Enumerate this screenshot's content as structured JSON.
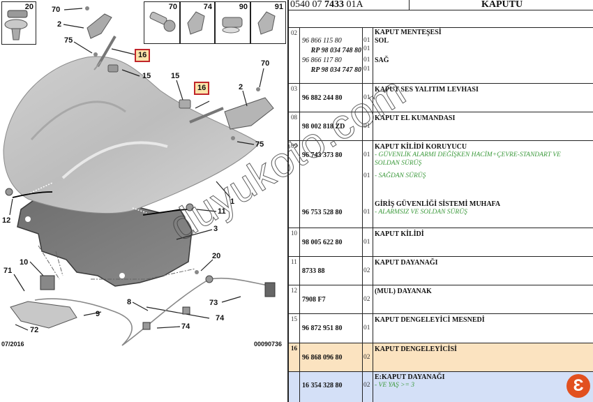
{
  "diagram": {
    "thumbnails": [
      {
        "num": "20"
      },
      {
        "num": "70"
      },
      {
        "num": "74"
      },
      {
        "num": "90"
      },
      {
        "num": "91"
      }
    ],
    "callouts": {
      "c70a": "70",
      "c2a": "2",
      "c75a": "75",
      "c16a": "16",
      "c15a": "15",
      "c15b": "15",
      "c16b": "16",
      "c2b": "2",
      "c70b": "70",
      "c75b": "75",
      "c1": "1",
      "c12": "12",
      "c11": "11",
      "c3": "3",
      "c20": "20",
      "c71": "71",
      "c10": "10",
      "c8": "8",
      "c73": "73",
      "c9": "9",
      "c74a": "74",
      "c74b": "74",
      "c72": "72"
    },
    "date_stamp": "07/2016",
    "diagram_id": "00090736",
    "watermark": "duyukoto.com"
  },
  "catalog": {
    "header": {
      "ref_prefix": "0540 07 ",
      "ref_bold": "7433",
      "ref_suffix": " 01A",
      "title": "KAPUTU"
    },
    "rows": [
      {
        "ref": "02",
        "desc": "KAPUT MENTEŞESİ",
        "lines": [
          {
            "part": "96 866 115 80",
            "style": "italic",
            "qty": "01",
            "desc": "SOL"
          },
          {
            "part": "RP 98 034 748 80",
            "style": "rp",
            "qty": "01",
            "desc": ""
          },
          {
            "part": "96 866 117 80",
            "style": "italic",
            "qty": "01",
            "desc": "SAĞ"
          },
          {
            "part": "RP 98 034 747 80",
            "style": "rp",
            "qty": "01",
            "desc": ""
          }
        ]
      },
      {
        "ref": "03",
        "part": "96 882 244 80",
        "qty": "01",
        "desc": "KAPUT SES YALITIM LEVHASI"
      },
      {
        "ref": "08",
        "part": "98 002 818 ZD",
        "qty": "01",
        "desc": "KAPUT EL KUMANDASI"
      },
      {
        "ref": "09",
        "desc": "KAPUT KİLİDİ KORUYUCU",
        "part": "96 743 373 80",
        "qty": "01",
        "note1": "- GÜVENLİK ALARMI DEĞİŞKEN HACİM+ÇEVRE-STANDART VE",
        "note1b": "SOLDAN SÜRÜŞ",
        "qty2": "01",
        "note2": "- SAĞDAN SÜRÜŞ",
        "desc2": "GİRİŞ GÜVENLİĞİ SİSTEMİ MUHAFA",
        "part2": "96 753 528 80",
        "qty3": "01",
        "note3": "- ALARMSIZ VE SOLDAN SÜRÜŞ"
      },
      {
        "ref": "10",
        "part": "98 005 622 80",
        "qty": "01",
        "desc": "KAPUT KİLİDİ"
      },
      {
        "ref": "11",
        "part": "8733 88",
        "qty": "02",
        "desc": "KAPUT DAYANAĞI"
      },
      {
        "ref": "12",
        "part": "7908 F7",
        "qty": "02",
        "desc": "(MUL) DAYANAK"
      },
      {
        "ref": "15",
        "part": "96 872 951 80",
        "qty": "01",
        "desc": "KAPUT DENGELEYİCİ MESNEDİ"
      },
      {
        "ref": "16",
        "part": "96 868 096 80",
        "qty": "02",
        "desc": "KAPUT DENGELEYİCİSİ",
        "highlight": "#fbe3c0"
      },
      {
        "ref": "",
        "part": "16 354 328 80",
        "qty": "02",
        "desc": "E:KAPUT DAYANAĞI",
        "note": "- VE YAŞ >= 3",
        "highlight": "#d4e0f7"
      }
    ]
  },
  "badge": {
    "glyph": "Ɛ",
    "color": "#e2501f"
  },
  "colors": {
    "highlight_orange": "#fbe3c0",
    "highlight_blue": "#d4e0f7",
    "callout_border": "#c0262b",
    "callout_fill": "#fbe3a9",
    "note_green": "#3c9a3c"
  }
}
